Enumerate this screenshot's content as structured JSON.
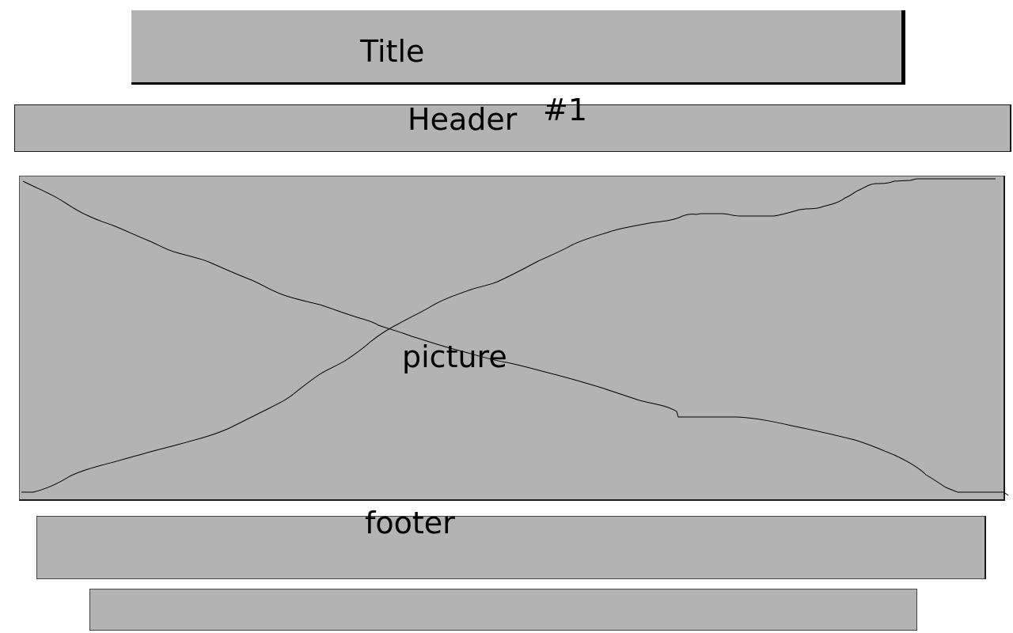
{
  "title": "Title",
  "header": {
    "label": "Header",
    "number": "#1"
  },
  "picture": {
    "label": "picture"
  },
  "footer": {
    "label": "footer"
  },
  "colors": {
    "block_fill": "#b3b3b3",
    "line": "#000000"
  }
}
